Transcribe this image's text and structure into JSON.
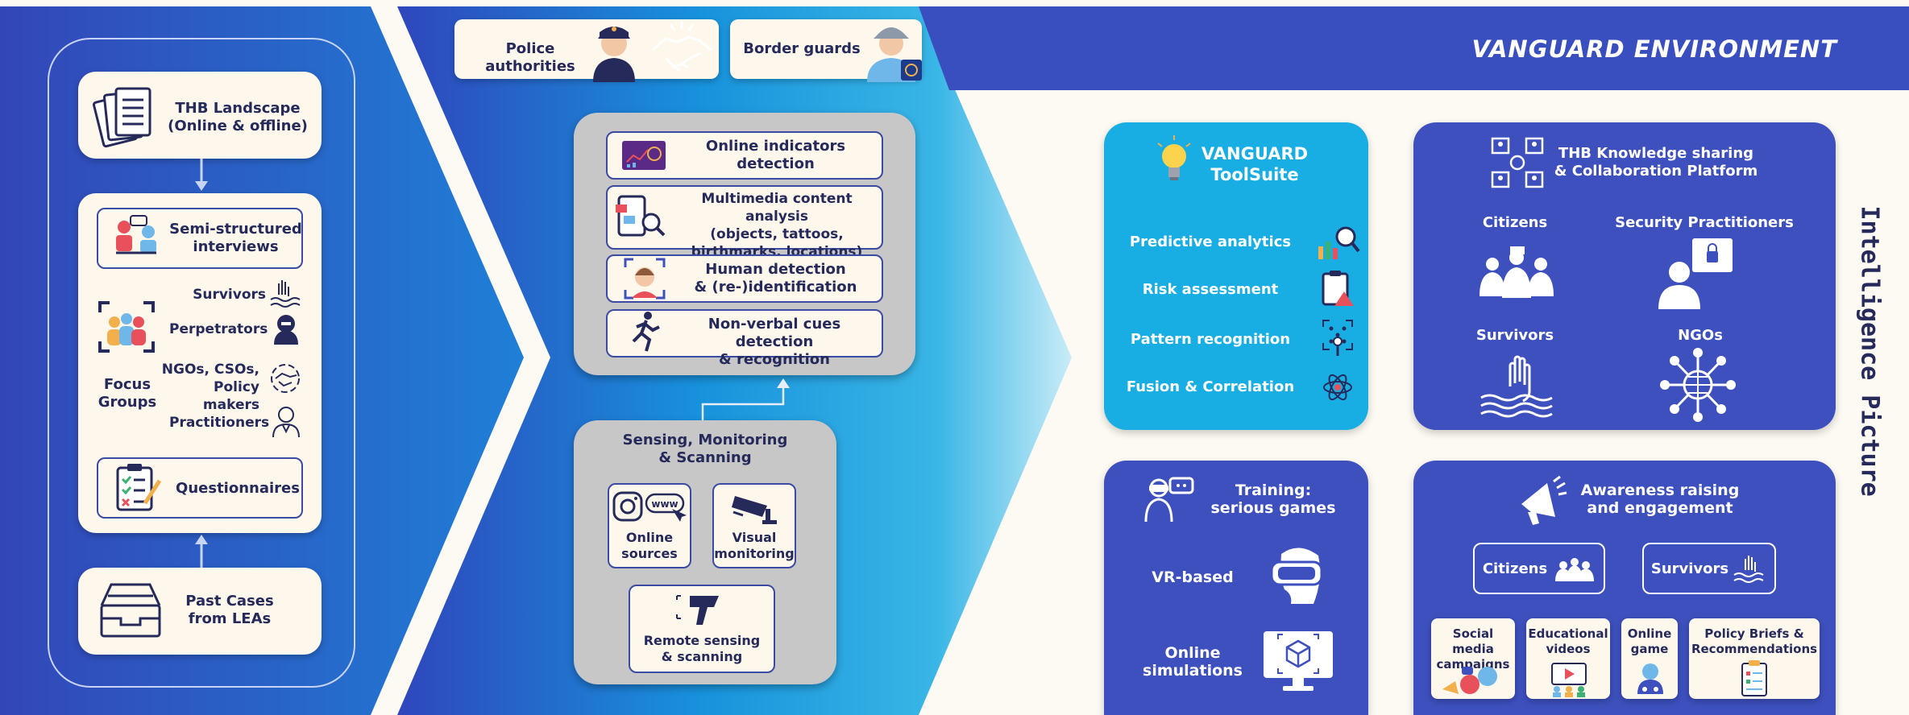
{
  "colors": {
    "navy": "#3d50bd",
    "cyan": "#18aee3",
    "cream": "#fdf7ec",
    "gray": "#c7c7c7",
    "text": "#262a5a",
    "bg": "#fdfaf3"
  },
  "left": {
    "landscape": [
      "THB Landscape",
      "(Online & offline)"
    ],
    "interviews": [
      "Semi-structured",
      "interviews"
    ],
    "focus_groups": [
      "Focus",
      "Groups"
    ],
    "groups": [
      {
        "label": [
          "Survivors"
        ],
        "icon": "hand-in-water-icon"
      },
      {
        "label": [
          "Perpetrators"
        ],
        "icon": "hooded-figure-icon"
      },
      {
        "label": [
          "NGOs, CSOs,",
          "Policy makers"
        ],
        "icon": "handshake-icon"
      },
      {
        "label": [
          "Practitioners"
        ],
        "icon": "person-icon"
      }
    ],
    "questionnaires": "Questionnaires",
    "past_cases": [
      "Past Cases",
      "from LEAs"
    ]
  },
  "middle": {
    "police": "Police authorities",
    "border": "Border guards",
    "analysis": [
      [
        "Online indicators",
        "detection"
      ],
      [
        "Multimedia content analysis",
        "(objects, tattoos,",
        "birthmarks, locations)"
      ],
      [
        "Human detection",
        "& (re-)identification"
      ],
      [
        "Non-verbal cues detection",
        "& recognition"
      ]
    ],
    "sensing_title": [
      "Sensing, Monitoring",
      "& Scanning"
    ],
    "online_sources": [
      "Online",
      "sources"
    ],
    "visual_monitoring": [
      "Visual",
      "monitoring"
    ],
    "remote_sensing": [
      "Remote sensing",
      "& scanning"
    ],
    "www": "www"
  },
  "right": {
    "header": "VANGUARD ENVIRONMENT",
    "side_title": "Intelligence Picture",
    "toolsuite_title": [
      "VANGUARD",
      "ToolSuite"
    ],
    "tools": [
      "Predictive analytics",
      "Risk assessment",
      "Pattern recognition",
      "Fusion & Correlation"
    ],
    "platform_title": [
      "THB Knowledge sharing",
      "& Collaboration Platform"
    ],
    "platform_groups": [
      "Citizens",
      "Security Practitioners",
      "Survivors",
      "NGOs"
    ],
    "training_title": [
      "Training:",
      "serious games"
    ],
    "vr": "VR-based",
    "online_sim": [
      "Online",
      "simulations"
    ],
    "awareness_title": [
      "Awareness raising",
      "and engagement"
    ],
    "aw_citizens": "Citizens",
    "aw_survivors": "Survivors",
    "outputs": [
      [
        "Social media",
        "campaigns"
      ],
      [
        "Educational",
        "videos"
      ],
      [
        "Online",
        "game"
      ],
      [
        "Policy Briefs &",
        "Recommendations"
      ]
    ]
  }
}
